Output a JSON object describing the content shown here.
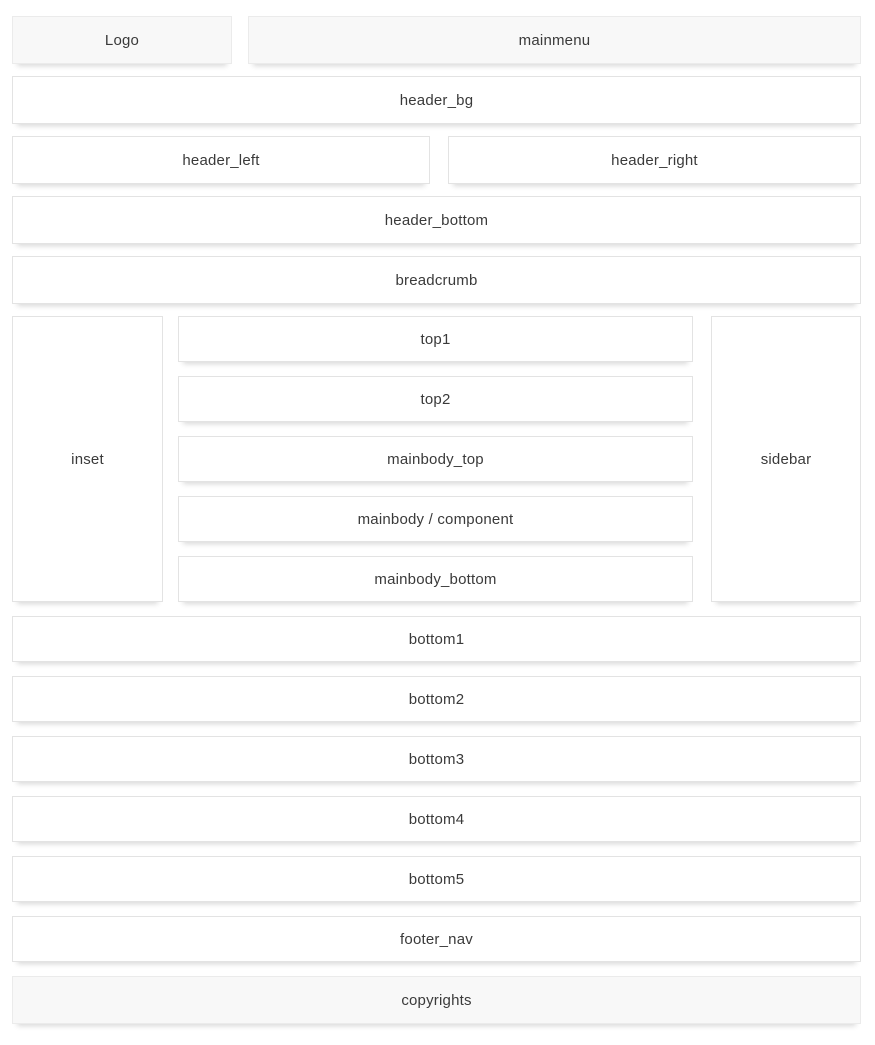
{
  "colors": {
    "page_bg": "#ffffff",
    "box_bg": "#ffffff",
    "muted_box_bg": "#f8f8f8",
    "box_border": "#e3e3e3",
    "label_text": "#3a3a3a",
    "shadow": "#d9d9d9"
  },
  "layout": {
    "top_row": {
      "logo": "Logo",
      "mainmenu": "mainmenu"
    },
    "header": {
      "bg": "header_bg",
      "left": "header_left",
      "right": "header_right",
      "bottom": "header_bottom"
    },
    "breadcrumb": "breadcrumb",
    "columns": {
      "inset": "inset",
      "center": [
        "top1",
        "top2",
        "mainbody_top",
        "mainbody / component",
        "mainbody_bottom"
      ],
      "sidebar": "sidebar"
    },
    "bottom": [
      "bottom1",
      "bottom2",
      "bottom3",
      "bottom4",
      "bottom5"
    ],
    "footer": {
      "nav": "footer_nav",
      "copyrights": "copyrights"
    }
  }
}
